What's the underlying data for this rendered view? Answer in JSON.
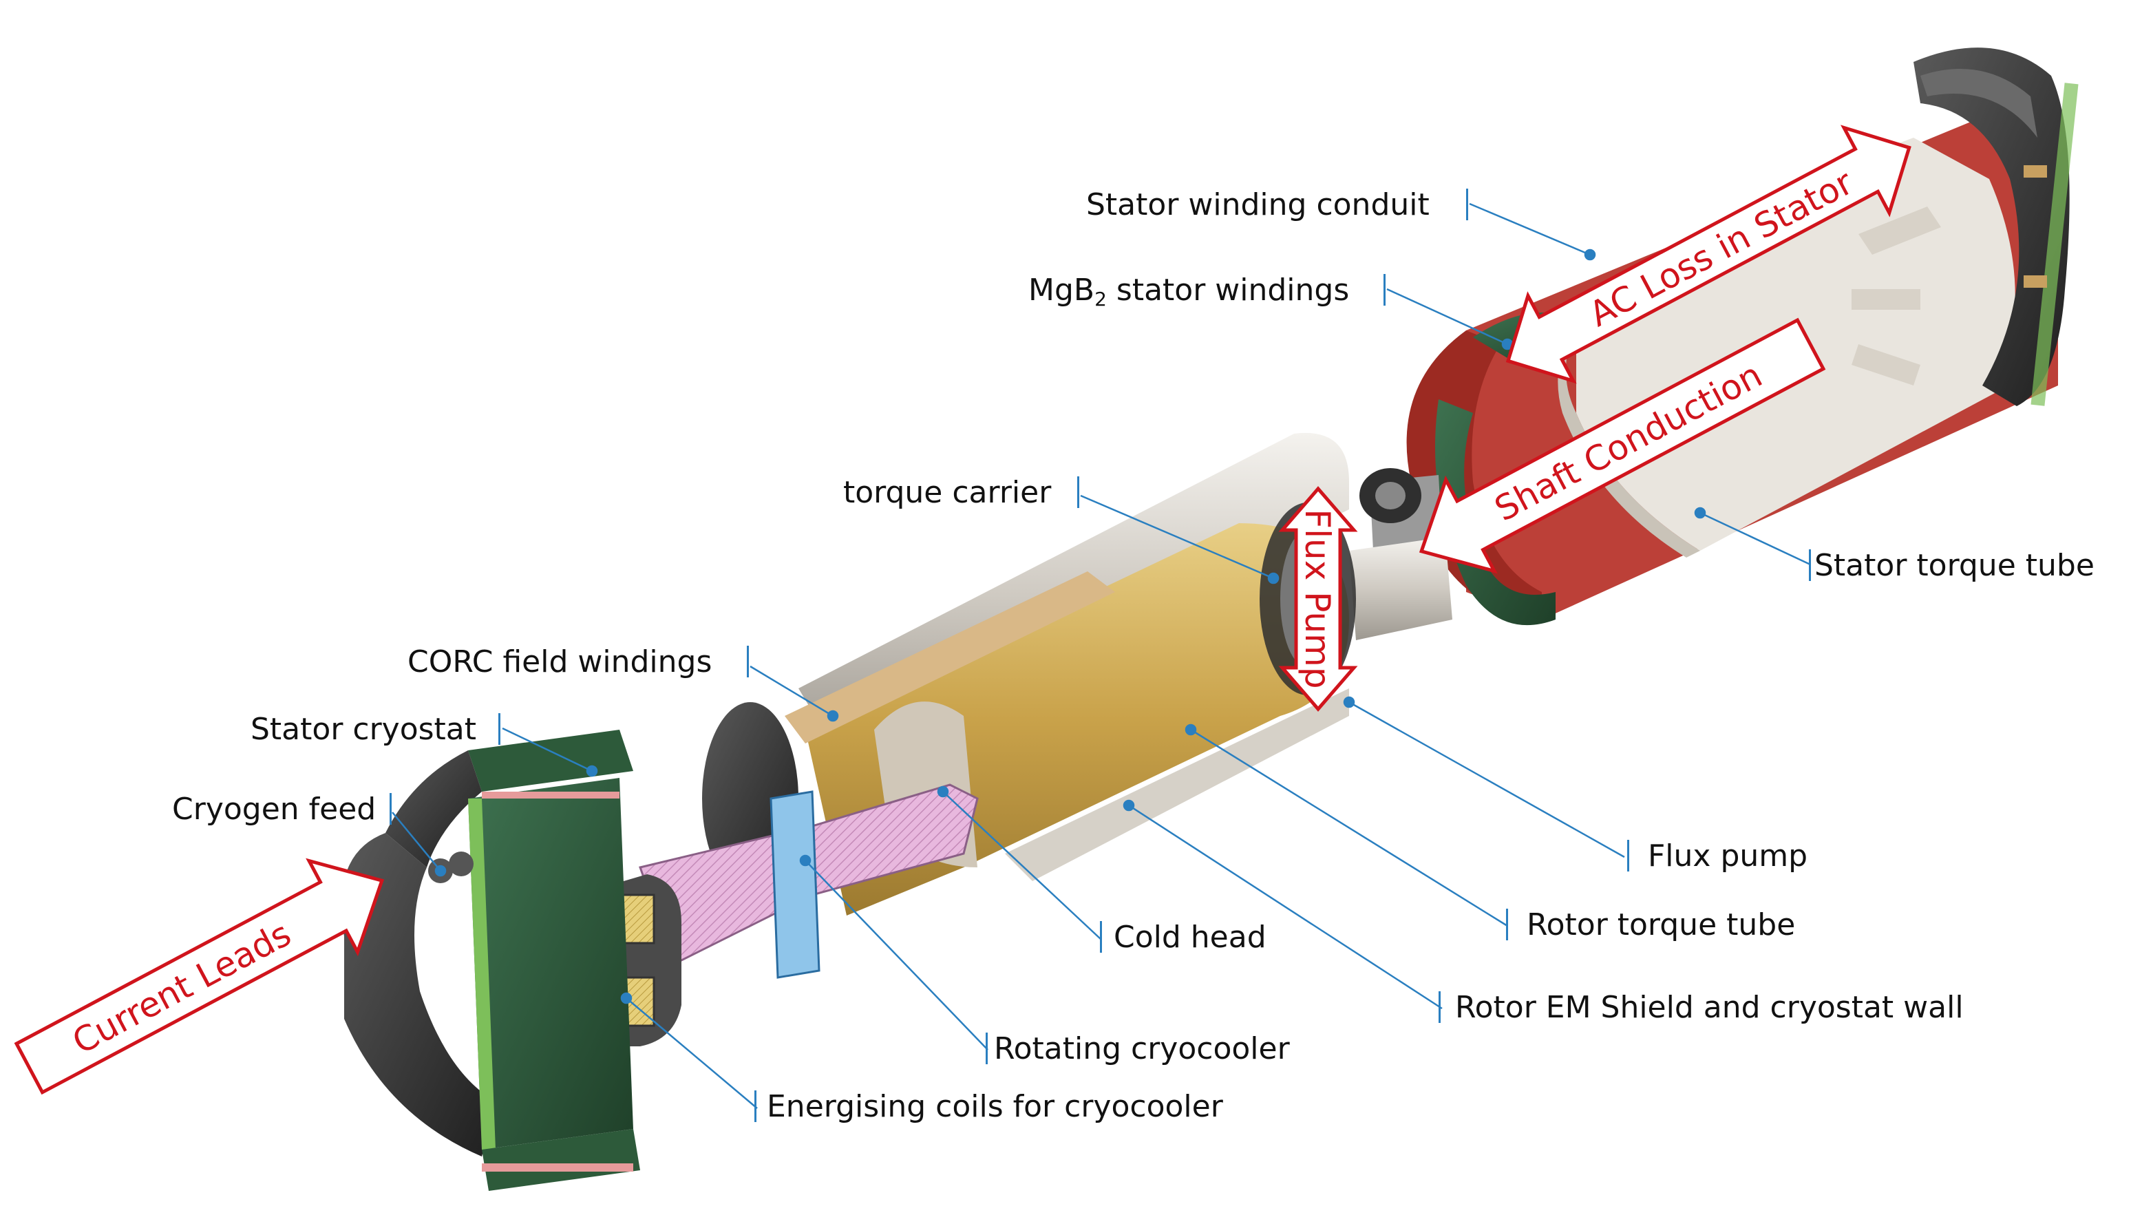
{
  "labels": {
    "stator_winding_conduit": "Stator winding conduit",
    "mgb2_prefix": "MgB",
    "mgb2_sub": "2",
    "mgb2_suffix": " stator windings",
    "torque_carrier": "torque carrier",
    "corc_field_windings": "CORC field windings",
    "stator_cryostat": "Stator cryostat",
    "cryogen_feed": "Cryogen feed",
    "stator_torque_tube": "Stator torque tube",
    "flux_pump": "Flux pump",
    "rotor_torque_tube": "Rotor torque tube",
    "cold_head": "Cold head",
    "rotor_em_shield": "Rotor EM Shield and cryostat wall",
    "rotating_cryocooler": "Rotating cryocooler",
    "energising_coils": "Energising coils for cryocooler"
  },
  "arrows": {
    "ac_loss": "AC Loss in Stator",
    "shaft_conduction": "Shaft Conduction",
    "flux_pump": "Flux Pump",
    "current_leads": "Current Leads"
  },
  "colors": {
    "annotation_red": "#d0141c",
    "leader_blue": "#2a7fc0",
    "stator_red": "#b8362d",
    "stator_green": "#2d5a3a",
    "rotor_gold": "#c9a24a",
    "cryocooler_pink": "#e6b5dc",
    "housing_grey": "#3a3a3a"
  }
}
